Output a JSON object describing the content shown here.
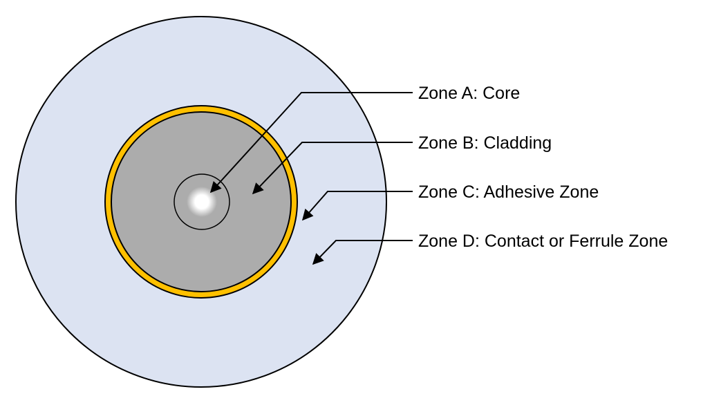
{
  "diagram": {
    "description": "Fiber optic connector end-face inspection zones",
    "zones": [
      {
        "id": "A",
        "name": "core",
        "label": "Zone A: Core"
      },
      {
        "id": "B",
        "name": "cladding",
        "label": "Zone B: Cladding"
      },
      {
        "id": "C",
        "name": "adhesive",
        "label": "Zone C: Adhesive Zone"
      },
      {
        "id": "D",
        "name": "contact-ferrule",
        "label": "Zone D: Contact or Ferrule Zone"
      }
    ],
    "colors": {
      "ferrule_zone_fill": "#dce3f2",
      "adhesive_zone_fill": "#ffc000",
      "cladding_fill": "#acacac",
      "core_glow": "#ffffff",
      "outline": "#000000",
      "label_text": "#000000",
      "background": "#ffffff"
    }
  }
}
